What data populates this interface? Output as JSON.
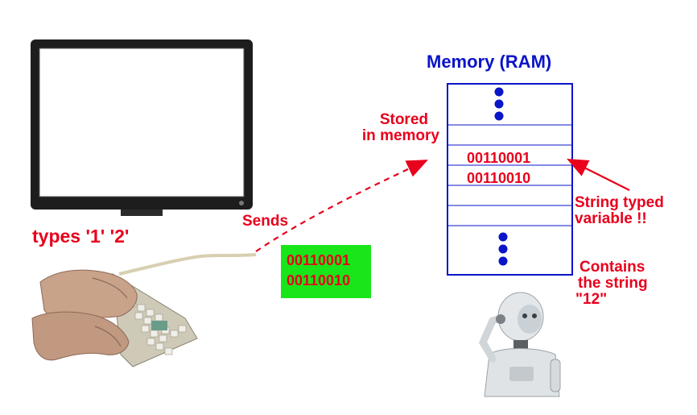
{
  "memory": {
    "title": "Memory (RAM)",
    "cells": [
      "00110001",
      "00110010"
    ]
  },
  "labels": {
    "types": "types '1' '2'",
    "sends": "Sends",
    "stored_line1": "Stored",
    "stored_line2": "in memory",
    "string_typed_line1": "String typed",
    "string_typed_line2": "variable !!",
    "contains_line1": "Contains",
    "contains_line2": "the string",
    "contains_line3": "\"12\""
  },
  "packet": {
    "bits": [
      "00110001",
      "00110010"
    ]
  },
  "colors": {
    "annotation": "#e8001c",
    "memory": "#0a14c8",
    "packet_background": "#19e619"
  },
  "icons": [
    "monitor-icon",
    "keyboard-hands-icon",
    "robot-icon"
  ]
}
